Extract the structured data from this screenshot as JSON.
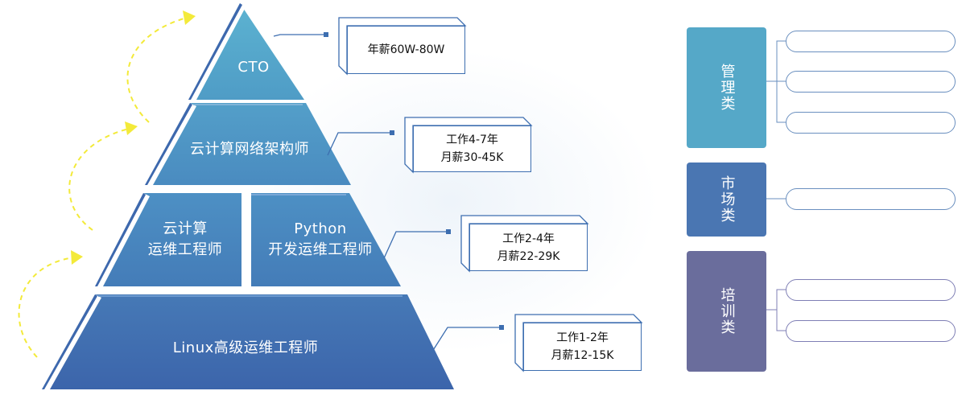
{
  "pyramid": {
    "levels": [
      {
        "id": "cto",
        "lines": [
          "CTO"
        ]
      },
      {
        "id": "cloud-architect",
        "lines": [
          "云计算网络架构师"
        ]
      },
      {
        "id": "cloud-ops",
        "lines": [
          "云计算",
          "运维工程师"
        ]
      },
      {
        "id": "python-dev",
        "lines": [
          "Python",
          "开发运维工程师"
        ]
      },
      {
        "id": "linux-ops",
        "lines": [
          "Linux高级运维工程师"
        ]
      }
    ]
  },
  "salaries": [
    {
      "lines": [
        "年薪60W-80W"
      ]
    },
    {
      "lines": [
        "工作4-7年",
        "月薪30-45K"
      ]
    },
    {
      "lines": [
        "工作2-4年",
        "月薪22-29K"
      ]
    },
    {
      "lines": [
        "工作1-2年",
        "月薪12-15K"
      ]
    }
  ],
  "categories": [
    {
      "label": "管理类",
      "color": "#55a8c8",
      "items": 3
    },
    {
      "label": "市场类",
      "color": "#4a76b2",
      "items": 1
    },
    {
      "label": "培训类",
      "color": "#6a6d9c",
      "items": 2
    }
  ],
  "colors": {
    "arrow": "#f3ea3a",
    "connector": "#3d6eb0",
    "top": "#5bb0cf",
    "bottom": "#3d68ad"
  }
}
